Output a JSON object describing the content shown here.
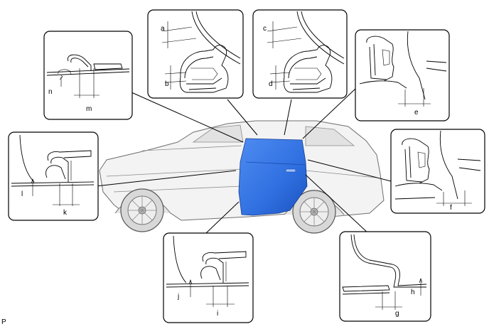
{
  "figure_code": "P",
  "dimension_labels": {
    "a": "a",
    "b": "b",
    "c": "c",
    "d": "d",
    "e": "e",
    "f": "f",
    "g": "g",
    "h": "h",
    "i": "i",
    "j": "j",
    "k": "k",
    "l": "l",
    "m": "m",
    "n": "n"
  },
  "colors": {
    "door_highlight": "#2f6fe0",
    "line": "#000000",
    "vehicle_body": "#f3f3f3"
  }
}
